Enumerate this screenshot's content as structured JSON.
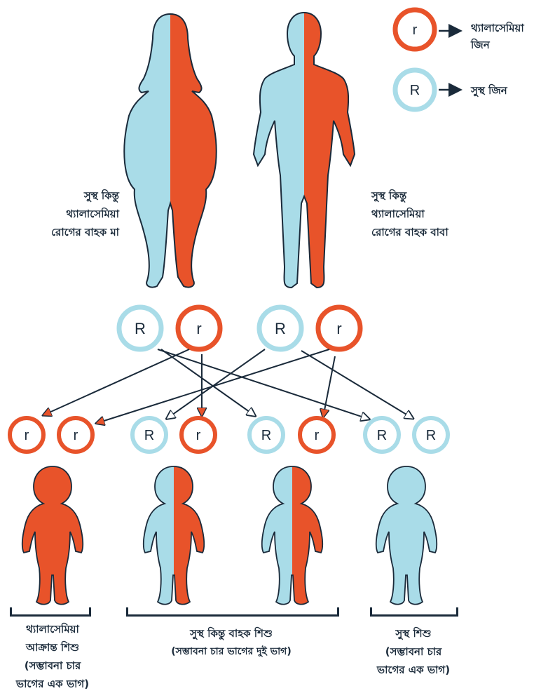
{
  "colors": {
    "carrier": "#e8532a",
    "healthy": "#a9dce8",
    "carrier_ring": "#e8532a",
    "healthy_ring": "#a9dce8",
    "ink": "#1a2a3a"
  },
  "legend": {
    "recessive": {
      "allele": "r",
      "label_line1": "থ্যালাসেমিয়া",
      "label_line2": "জিন"
    },
    "dominant": {
      "allele": "R",
      "label": "সুস্থ জিন"
    }
  },
  "parents": {
    "mother": {
      "line1": "সুস্থ কিন্তু",
      "line2": "থ্যালাসেমিয়া",
      "line3": "রোগের বাহক মা"
    },
    "father": {
      "line1": "সুস্থ কিন্তু",
      "line2": "থ্যালাসেমিয়া",
      "line3": "রোগের বাহক বাবা"
    },
    "mother_alleles": [
      "R",
      "r"
    ],
    "father_alleles": [
      "R",
      "r"
    ]
  },
  "offspring_alleles": [
    [
      "r",
      "r"
    ],
    [
      "R",
      "r"
    ],
    [
      "R",
      "r"
    ],
    [
      "R",
      "R"
    ]
  ],
  "groups": {
    "affected": {
      "line1": "থ্যালাসেমিয়া",
      "line2": "আক্রান্ত শিশু",
      "line3": "(সম্ভাবনা চার",
      "line4": "ভাগের এক ভাগ)"
    },
    "carrier": {
      "line1": "সুস্থ কিন্তু বাহক শিশু",
      "line2": "(সম্ভাবনা চার ভাগের দুই ভাগ)"
    },
    "healthy": {
      "line1": "সুস্থ শিশু",
      "line2": "(সম্ভাবনা চার",
      "line3": "ভাগের এক ভাগ)"
    }
  }
}
